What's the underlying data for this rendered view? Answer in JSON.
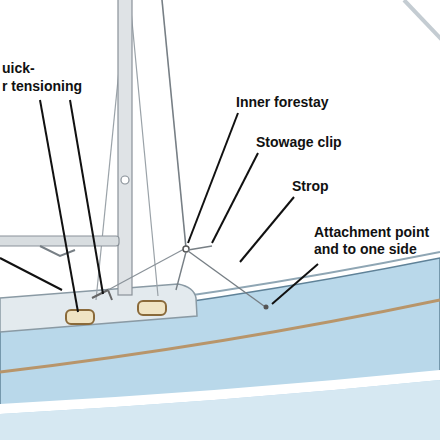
{
  "diagram": {
    "labels": [
      "uick-",
      "r tensioning",
      "Inner forestay",
      "Stowage clip",
      "Strop",
      "Attachment point and to one side"
    ]
  }
}
